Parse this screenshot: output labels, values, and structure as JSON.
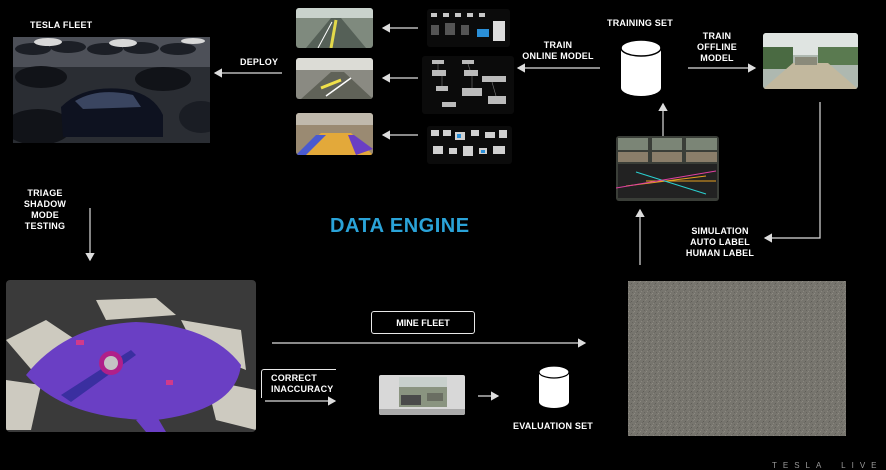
{
  "labels": {
    "tesla_fleet": "TESLA FLEET",
    "deploy": "DEPLOY",
    "train_online": [
      "TRAIN",
      "ONLINE MODEL"
    ],
    "training_set": "TRAINING SET",
    "train_offline": [
      "TRAIN",
      "OFFLINE",
      "MODEL"
    ],
    "triage": [
      "TRIAGE",
      "SHADOW",
      "MODE",
      "TESTING"
    ],
    "title": "DATA ENGINE",
    "simulation": [
      "SIMULATION",
      "AUTO LABEL",
      "HUMAN LABEL"
    ],
    "mine_fleet": "MINE FLEET",
    "correct": [
      "CORRECT",
      "INACCURACY"
    ],
    "evaluation_set": "EVALUATION SET"
  },
  "colors": {
    "title": "#2aa3d8",
    "background": "#000000",
    "purple": "#6a3fc4"
  },
  "brand": {
    "left": "TESLA",
    "right": "LIVE"
  }
}
